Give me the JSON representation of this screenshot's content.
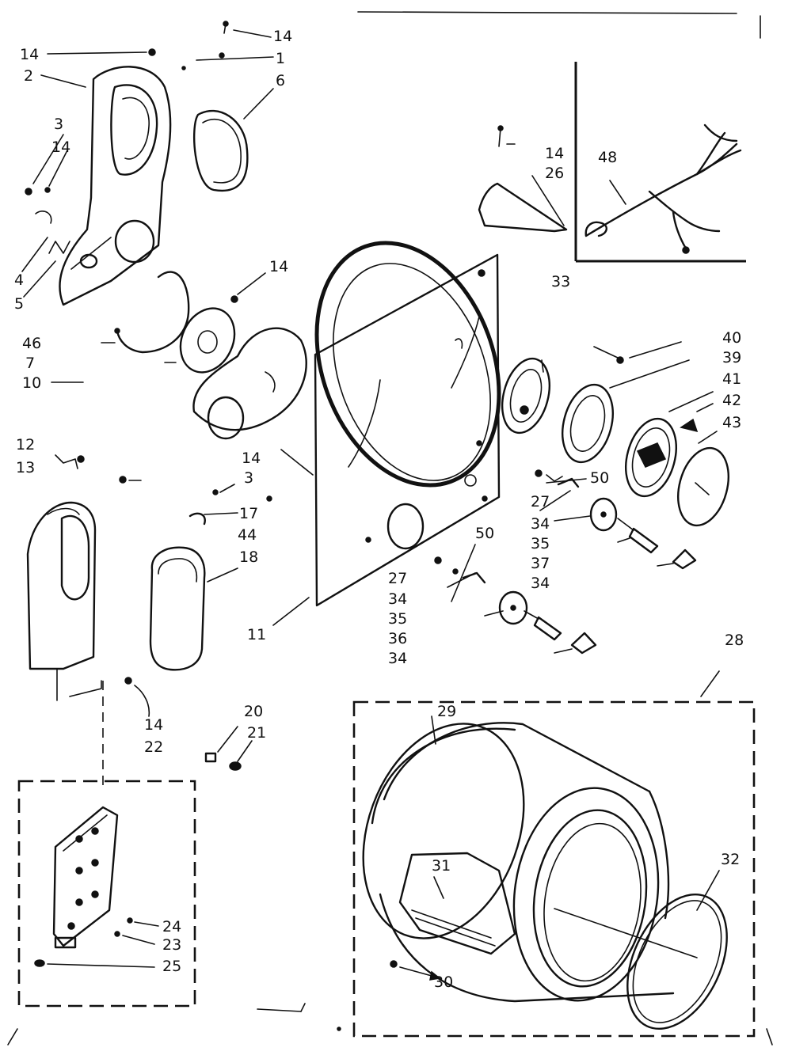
{
  "labels": {
    "l14a": "14",
    "l14b": "14",
    "l1": "1",
    "l6": "6",
    "l2": "2",
    "l3a": "3",
    "l14c": "14",
    "l4": "4",
    "l5": "5",
    "l14d": "14",
    "l46": "46",
    "l7": "7",
    "l10": "10",
    "l12": "12",
    "l13": "13",
    "l14e": "14",
    "l3b": "3",
    "l17": "17",
    "l44": "44",
    "l18": "18",
    "l11": "11",
    "l14f": "14",
    "l22": "22",
    "l20": "20",
    "l21": "21",
    "l24": "24",
    "l23": "23",
    "l25": "25",
    "l14g": "14",
    "l26": "26",
    "l48": "48",
    "l33": "33",
    "l40": "40",
    "l39": "39",
    "l41": "41",
    "l42": "42",
    "l43": "43",
    "l50a": "50",
    "l27a": "27",
    "l34a": "34",
    "l35a": "35",
    "l37": "37",
    "l34b": "34",
    "l50b": "50",
    "l27b": "27",
    "l34c": "34",
    "l35b": "35",
    "l36": "36",
    "l34d": "34",
    "l28": "28",
    "l29": "29",
    "l31": "31",
    "l32": "32",
    "l30": "30"
  }
}
